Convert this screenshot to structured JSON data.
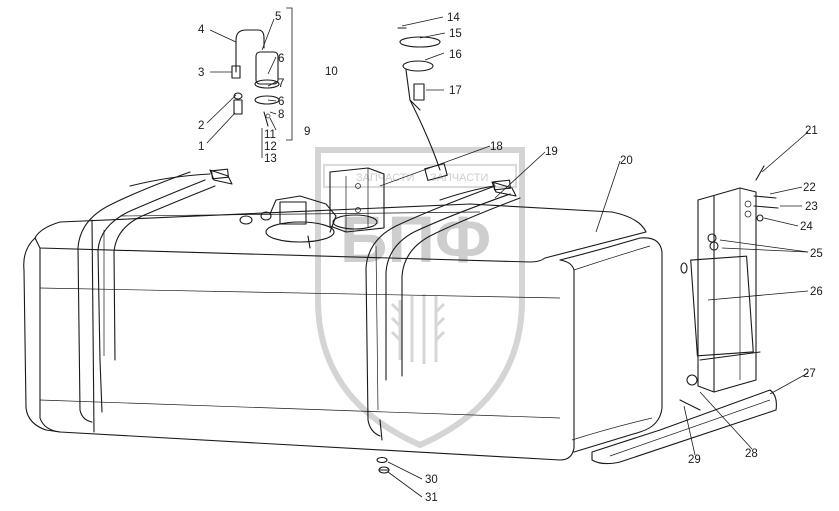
{
  "watermark": {
    "upper_text_left": "ЗАПЧАСТИ",
    "upper_text_right": "ЗАПЧАСТИ",
    "big_text": "БПФ"
  },
  "callouts": [
    {
      "label": "1"
    },
    {
      "label": "2"
    },
    {
      "label": "3"
    },
    {
      "label": "4"
    },
    {
      "label": "5"
    },
    {
      "label": "6"
    },
    {
      "label": "7"
    },
    {
      "label": "6"
    },
    {
      "label": "8"
    },
    {
      "label": "9"
    },
    {
      "label": "10"
    },
    {
      "label": "11"
    },
    {
      "label": "12"
    },
    {
      "label": "13"
    },
    {
      "label": "14"
    },
    {
      "label": "15"
    },
    {
      "label": "16"
    },
    {
      "label": "17"
    },
    {
      "label": "18"
    },
    {
      "label": "19"
    },
    {
      "label": "20"
    },
    {
      "label": "21"
    },
    {
      "label": "22"
    },
    {
      "label": "23"
    },
    {
      "label": "24"
    },
    {
      "label": "25"
    },
    {
      "label": "26"
    },
    {
      "label": "27"
    },
    {
      "label": "28"
    },
    {
      "label": "29"
    },
    {
      "label": "30"
    },
    {
      "label": "31"
    }
  ]
}
